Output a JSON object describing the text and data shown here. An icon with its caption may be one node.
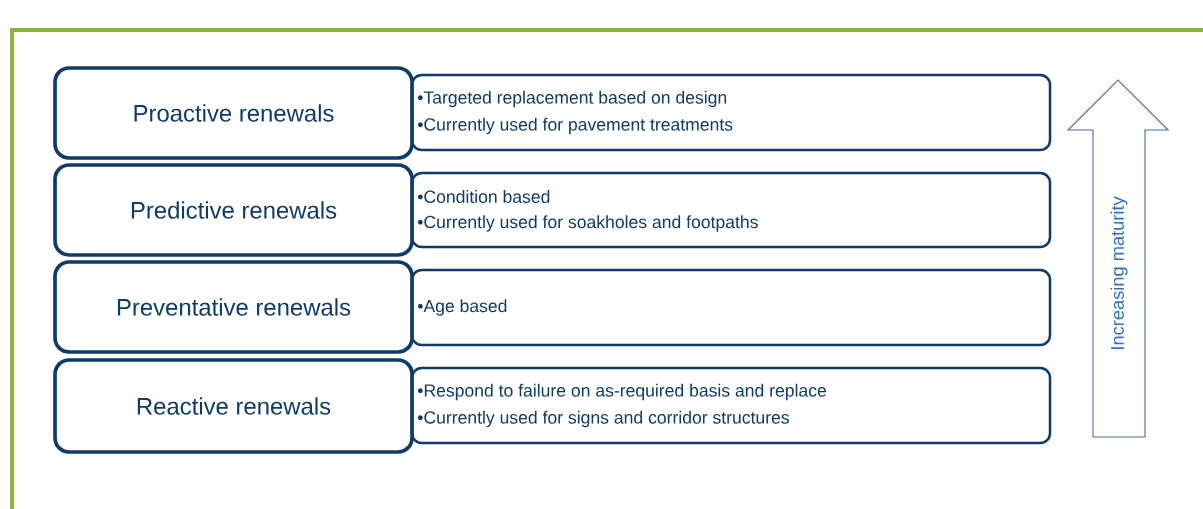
{
  "diagram": {
    "nodes": [
      {
        "text": [
          "Proactive renewals"
        ]
      },
      {
        "text": [
          "•Targeted replacement based on design",
          "•Currently used for pavement treatments"
        ]
      },
      {
        "text": [
          "Predictive renewals"
        ]
      },
      {
        "text": [
          "•Condition based",
          "•Currently used for soakholes and footpaths"
        ]
      },
      {
        "text": [
          "Preventative renewals"
        ]
      },
      {
        "text": [
          "•Age based"
        ]
      },
      {
        "text": [
          "Reactive renewals"
        ]
      },
      {
        "text": [
          "•Respond to failure on as-required basis and replace",
          "•Currently used for signs and corridor structures"
        ]
      },
      {
        "text": [
          "Increasing maturity"
        ]
      }
    ]
  }
}
